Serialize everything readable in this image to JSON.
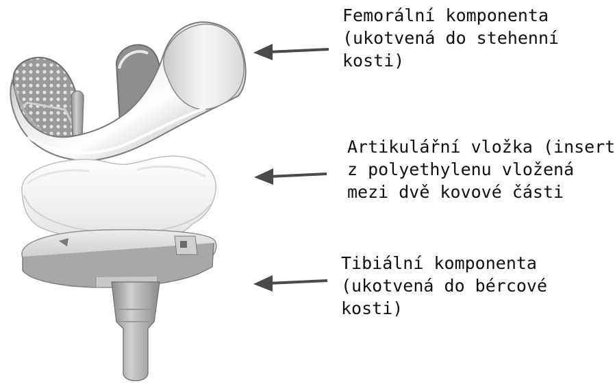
{
  "labels": {
    "femoral": {
      "lines": [
        "Femorální komponenta",
        "(ukotvená do stehenní",
        "kosti)"
      ]
    },
    "insert": {
      "lines": [
        "Artikulářní vložka (insert)",
        "z polyethylenu vložená",
        "mezi dvě kovové části"
      ]
    },
    "tibial": {
      "lines": [
        "Tibiální komponenta",
        "(ukotvená do bércové",
        "kosti)"
      ]
    }
  },
  "colors": {
    "arrow": "#4a4a4a",
    "metal_light": "#f2f2f2",
    "metal_mid": "#c4c4c4",
    "metal_dark": "#7a7a7a",
    "porous": "#8e8e8e",
    "insert": "#f7f7f7"
  }
}
